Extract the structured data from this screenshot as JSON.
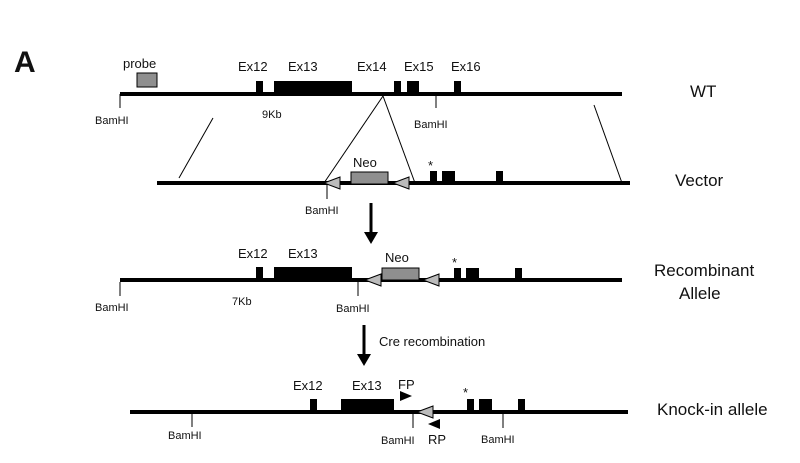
{
  "panel_label": "A",
  "rows": {
    "wt": {
      "label": "WT",
      "probe": "probe",
      "exons": [
        "Ex12",
        "Ex13",
        "Ex14",
        "Ex15",
        "Ex16"
      ],
      "size": "9Kb",
      "bamhi_left": "BamHI",
      "bamhi_right": "BamHI"
    },
    "vector": {
      "label": "Vector",
      "neo": "Neo",
      "asterisk": "*",
      "bamhi": "BamHI"
    },
    "recombinant": {
      "label_line1": "Recombinant",
      "label_line2": "Allele",
      "exons": [
        "Ex12",
        "Ex13"
      ],
      "neo": "Neo",
      "asterisk": "*",
      "size": "7Kb",
      "bamhi_left": "BamHI",
      "bamhi_right": "BamHI"
    },
    "knockin": {
      "label": "Knock-in allele",
      "exons": [
        "Ex12",
        "Ex13"
      ],
      "fp": "FP",
      "rp": "RP",
      "asterisk": "*",
      "bamhi_left": "BamHI",
      "bamhi_mid": "BamHI",
      "bamhi_right": "BamHI"
    }
  },
  "steps": {
    "cre": "Cre recombination"
  }
}
